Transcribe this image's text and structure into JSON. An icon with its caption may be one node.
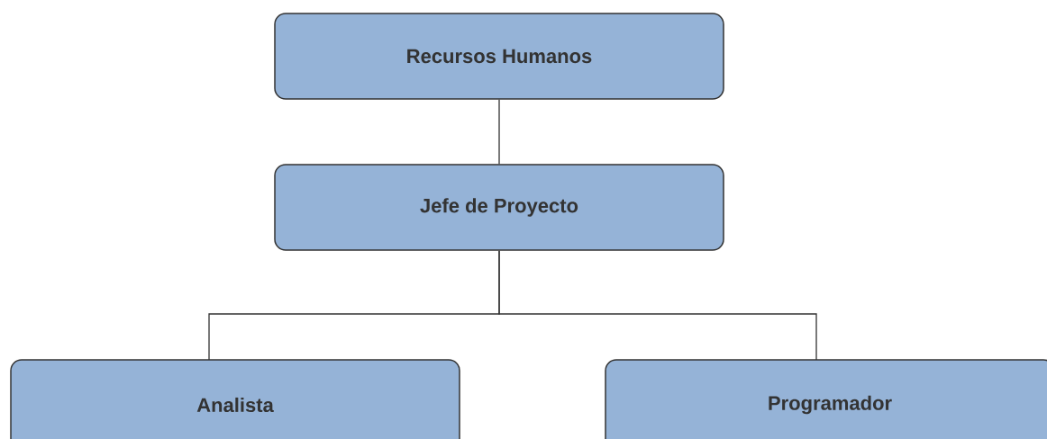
{
  "diagram": {
    "nodes": [
      {
        "text": [
          "Recursos Humanos"
        ]
      },
      {
        "text": [
          "Jefe de Proyecto"
        ]
      },
      {
        "text": [
          "Analista"
        ]
      },
      {
        "text": [
          "Programador"
        ]
      }
    ],
    "edges": [
      {
        "from": 0,
        "to": 1,
        "arrow": "none"
      },
      {
        "from": 1,
        "to": 2,
        "arrow": "none"
      },
      {
        "from": 1,
        "to": 3,
        "arrow": "none"
      }
    ]
  }
}
